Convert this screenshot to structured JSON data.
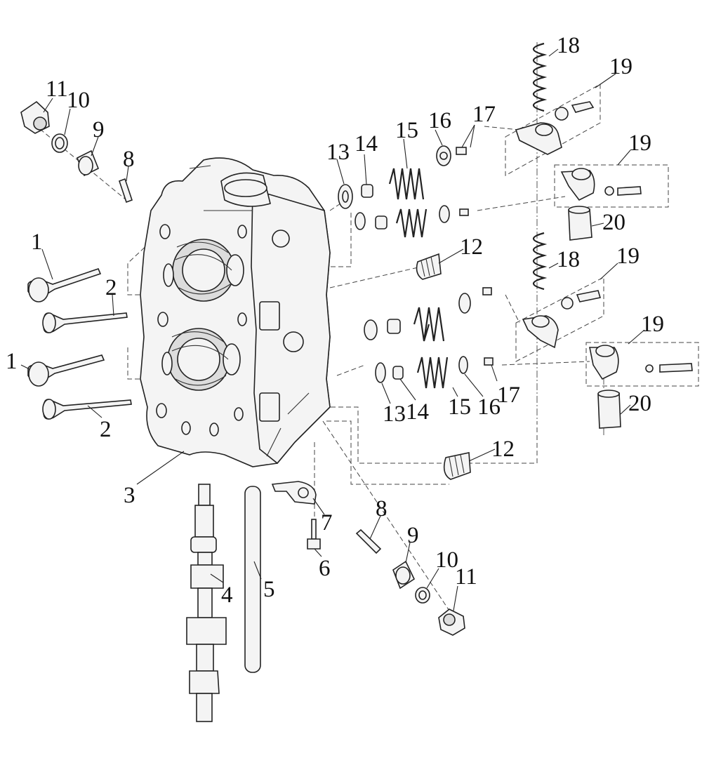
{
  "callouts": [
    {
      "id": "c1a",
      "text": "1"
    },
    {
      "id": "c1b",
      "text": "1"
    },
    {
      "id": "c2a",
      "text": "2"
    },
    {
      "id": "c2b",
      "text": "2"
    },
    {
      "id": "c3",
      "text": "3"
    },
    {
      "id": "c4",
      "text": "4"
    },
    {
      "id": "c5",
      "text": "5"
    },
    {
      "id": "c6",
      "text": "6"
    },
    {
      "id": "c7",
      "text": "7"
    },
    {
      "id": "c8a",
      "text": "8"
    },
    {
      "id": "c8b",
      "text": "8"
    },
    {
      "id": "c9a",
      "text": "9"
    },
    {
      "id": "c9b",
      "text": "9"
    },
    {
      "id": "c10a",
      "text": "10"
    },
    {
      "id": "c10b",
      "text": "10"
    },
    {
      "id": "c11a",
      "text": "11"
    },
    {
      "id": "c11b",
      "text": "11"
    },
    {
      "id": "c12a",
      "text": "12"
    },
    {
      "id": "c12b",
      "text": "12"
    },
    {
      "id": "c13a",
      "text": "13"
    },
    {
      "id": "c13b",
      "text": "13"
    },
    {
      "id": "c14a",
      "text": "14"
    },
    {
      "id": "c14b",
      "text": "14"
    },
    {
      "id": "c15a",
      "text": "15"
    },
    {
      "id": "c15b",
      "text": "15"
    },
    {
      "id": "c16a",
      "text": "16"
    },
    {
      "id": "c16b",
      "text": "16"
    },
    {
      "id": "c17a",
      "text": "17"
    },
    {
      "id": "c17b",
      "text": "17"
    },
    {
      "id": "c18a",
      "text": "18"
    },
    {
      "id": "c18b",
      "text": "18"
    },
    {
      "id": "c19a",
      "text": "19"
    },
    {
      "id": "c19b",
      "text": "19"
    },
    {
      "id": "c19c",
      "text": "19"
    },
    {
      "id": "c19d",
      "text": "19"
    },
    {
      "id": "c20a",
      "text": "20"
    },
    {
      "id": "c20b",
      "text": "20"
    }
  ]
}
